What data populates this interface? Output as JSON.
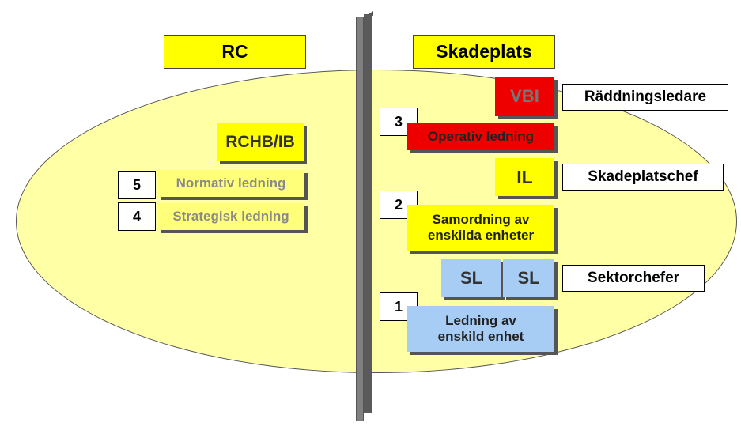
{
  "left": {
    "header": "RC",
    "rchb": "RCHB/IB",
    "rows": [
      {
        "number": "5",
        "label": "Normativ ledning"
      },
      {
        "number": "4",
        "label": "Strategisk ledning"
      }
    ]
  },
  "right": {
    "header": "Skadeplats",
    "vbi": "VBI",
    "raddningsledare": "Räddningsledare",
    "num3": "3",
    "operativ": "Operativ ledning",
    "il": "IL",
    "skadeplatschef": "Skadeplatschef",
    "num2": "2",
    "samordning": "Samordning av enskilda enheter",
    "sl1": "SL",
    "sl2": "SL",
    "sektorchefer": "Sektorchefer",
    "num1": "1",
    "ledning": "Ledning av enskild enhet"
  },
  "colors": {
    "ellipse": "#ffffa6",
    "yellow": "#ffff00",
    "red": "#ee0000",
    "blue": "#a8cdf5",
    "divider": "#808080"
  }
}
